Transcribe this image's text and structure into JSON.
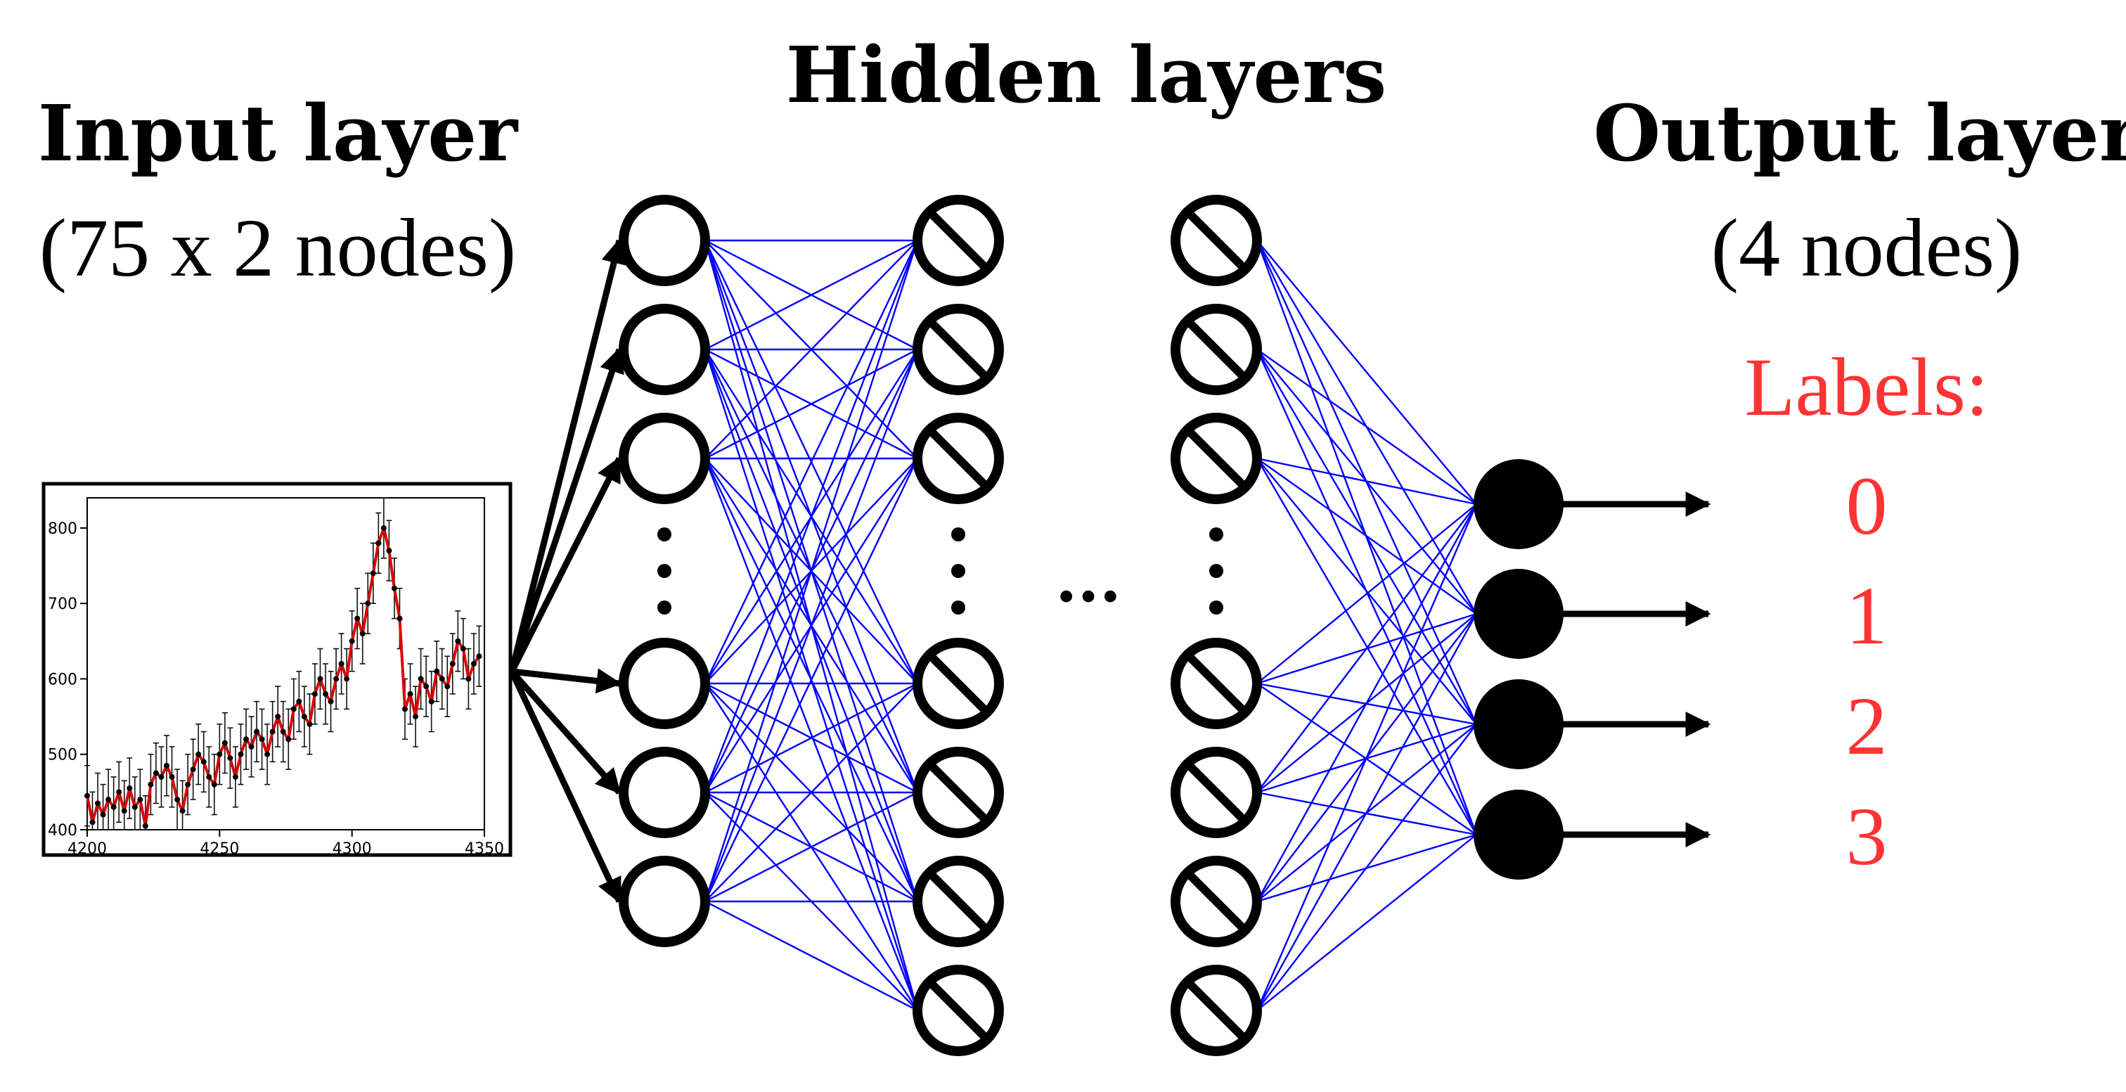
{
  "titles": {
    "input": "Input layer",
    "input_sub": "(75 x 2 nodes)",
    "hidden": "Hidden layers",
    "output": "Output layer",
    "output_sub": "(4 nodes)"
  },
  "labels": {
    "heading": "Labels:",
    "values": [
      "0",
      "1",
      "2",
      "3"
    ]
  },
  "ellipsis": "...",
  "colors": {
    "connections": "#0000ff",
    "labels": "#ff3333",
    "series": "#dd0000",
    "nodes": "#000000"
  },
  "network": {
    "input_side_nodes": 6,
    "first_hidden_nodes": 6,
    "second_hidden_nodes": 7,
    "last_hidden_nodes": 7,
    "output_nodes": 4
  },
  "chart_data": {
    "type": "line",
    "title": "",
    "xlabel": "",
    "ylabel": "",
    "xlim": [
      4200,
      4350
    ],
    "ylim": [
      400,
      840
    ],
    "xticks": [
      "4200",
      "4250",
      "4300",
      "4350"
    ],
    "yticks": [
      "400",
      "500",
      "600",
      "700",
      "800"
    ],
    "errorbars": true,
    "series": [
      {
        "x": [
          4200,
          4202,
          4204,
          4206,
          4208,
          4210,
          4212,
          4214,
          4216,
          4218,
          4220,
          4222,
          4224,
          4226,
          4228,
          4230,
          4232,
          4234,
          4236,
          4238,
          4240,
          4242,
          4244,
          4246,
          4248,
          4250,
          4252,
          4254,
          4256,
          4258,
          4260,
          4262,
          4264,
          4266,
          4268,
          4270,
          4272,
          4274,
          4276,
          4278,
          4280,
          4282,
          4284,
          4286,
          4288,
          4290,
          4292,
          4294,
          4296,
          4298,
          4300,
          4302,
          4304,
          4306,
          4308,
          4310,
          4312,
          4314,
          4316,
          4318,
          4320,
          4322,
          4324,
          4326,
          4328,
          4330,
          4332,
          4334,
          4336,
          4338,
          4340,
          4342,
          4344,
          4346,
          4348
        ],
        "y": [
          445,
          410,
          435,
          420,
          440,
          430,
          450,
          425,
          455,
          430,
          440,
          405,
          460,
          475,
          470,
          485,
          470,
          440,
          425,
          460,
          480,
          500,
          490,
          470,
          460,
          500,
          515,
          495,
          470,
          500,
          520,
          510,
          530,
          520,
          500,
          530,
          550,
          530,
          520,
          560,
          570,
          550,
          540,
          580,
          600,
          580,
          570,
          600,
          620,
          600,
          650,
          680,
          660,
          700,
          740,
          780,
          800,
          770,
          720,
          680,
          560,
          580,
          550,
          600,
          590,
          570,
          610,
          600,
          590,
          620,
          650,
          640,
          600,
          620,
          630
        ],
        "err": [
          40,
          40,
          40,
          40,
          40,
          40,
          40,
          40,
          40,
          40,
          40,
          40,
          40,
          40,
          40,
          40,
          40,
          40,
          40,
          40,
          40,
          40,
          40,
          40,
          40,
          40,
          40,
          40,
          40,
          40,
          40,
          40,
          40,
          40,
          40,
          40,
          40,
          40,
          40,
          40,
          40,
          40,
          40,
          40,
          40,
          40,
          40,
          40,
          40,
          40,
          40,
          40,
          40,
          40,
          40,
          40,
          40,
          40,
          40,
          40,
          40,
          40,
          40,
          40,
          40,
          40,
          40,
          40,
          40,
          40,
          40,
          40,
          40,
          40,
          40
        ]
      }
    ]
  }
}
